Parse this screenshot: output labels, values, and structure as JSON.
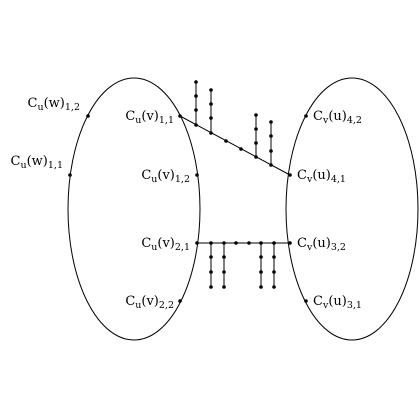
{
  "diagram": {
    "labels": {
      "cu_w_12": {
        "base": "C",
        "sub1": "u",
        "arg": "(w)",
        "sub2": "1,2"
      },
      "cu_w_11": {
        "base": "C",
        "sub1": "u",
        "arg": "(w)",
        "sub2": "1,1"
      },
      "cu_v_11": {
        "base": "C",
        "sub1": "u",
        "arg": "(v)",
        "sub2": "1,1"
      },
      "cu_v_12": {
        "base": "C",
        "sub1": "u",
        "arg": "(v)",
        "sub2": "1,2"
      },
      "cu_v_21": {
        "base": "C",
        "sub1": "u",
        "arg": "(v)",
        "sub2": "2,1"
      },
      "cu_v_22": {
        "base": "C",
        "sub1": "u",
        "arg": "(v)",
        "sub2": "2,2"
      },
      "cv_u_42": {
        "base": "C",
        "sub1": "v",
        "arg": "(u)",
        "sub2": "4,2"
      },
      "cv_u_41": {
        "base": "C",
        "sub1": "v",
        "arg": "(u)",
        "sub2": "4,1"
      },
      "cv_u_32": {
        "base": "C",
        "sub1": "v",
        "arg": "(u)",
        "sub2": "3,2"
      },
      "cv_u_31": {
        "base": "C",
        "sub1": "v",
        "arg": "(u)",
        "sub2": "3,1"
      }
    }
  }
}
